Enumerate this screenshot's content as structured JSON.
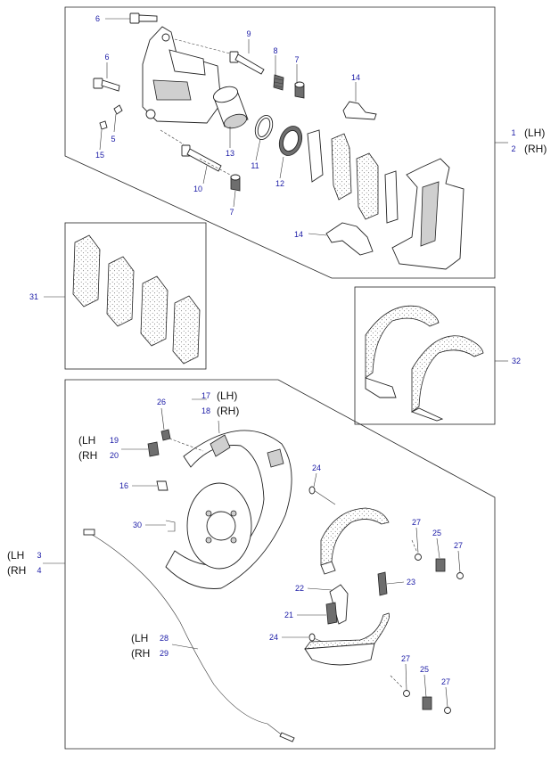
{
  "callouts": [
    {
      "num": "6"
    },
    {
      "num": "9"
    },
    {
      "num": "8"
    },
    {
      "num": "7"
    },
    {
      "num": "6"
    },
    {
      "num": "14"
    },
    {
      "num": "5"
    },
    {
      "num": "15"
    },
    {
      "num": "13"
    },
    {
      "num": "11"
    },
    {
      "num": "12"
    },
    {
      "num": "10"
    },
    {
      "num": "7"
    },
    {
      "num": "14"
    },
    {
      "num": "31"
    },
    {
      "num": "32"
    },
    {
      "num": "26"
    },
    {
      "num": "16"
    },
    {
      "num": "30"
    },
    {
      "num": "24"
    },
    {
      "num": "27"
    },
    {
      "num": "25"
    },
    {
      "num": "27"
    },
    {
      "num": "22"
    },
    {
      "num": "23"
    },
    {
      "num": "21"
    },
    {
      "num": "24"
    },
    {
      "num": "27"
    },
    {
      "num": "25"
    },
    {
      "num": "27"
    }
  ],
  "side_labels": [
    {
      "num": "1",
      "text": "(LH)"
    },
    {
      "num": "2",
      "text": "(RH)"
    },
    {
      "num": "17",
      "text": "(LH)"
    },
    {
      "num": "18",
      "text": "(RH)"
    },
    {
      "num": "19",
      "text": "(LH"
    },
    {
      "num": "20",
      "text": "(RH"
    },
    {
      "num": "3",
      "text": "(LH"
    },
    {
      "num": "4",
      "text": "(RH"
    },
    {
      "num": "28",
      "text": "(LH"
    },
    {
      "num": "29",
      "text": "(RH"
    }
  ]
}
